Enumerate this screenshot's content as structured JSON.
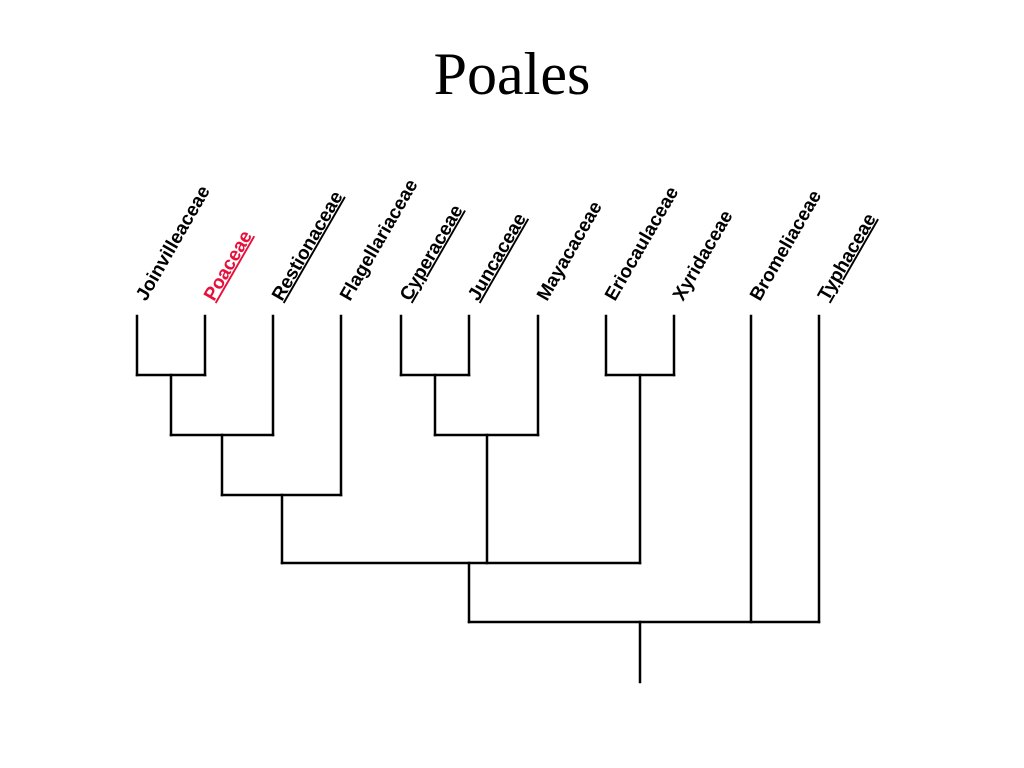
{
  "slide": {
    "title": "Poales"
  },
  "tree": {
    "line_color": "#000000",
    "highlight_color": "#e8103a",
    "taxa": [
      {
        "name": "Joinvilleaceae",
        "highlight": false,
        "underline": false
      },
      {
        "name": "Poaceae",
        "highlight": true,
        "underline": true
      },
      {
        "name": "Restionaceae",
        "highlight": false,
        "underline": true
      },
      {
        "name": "Flagellariaceae",
        "highlight": false,
        "underline": false
      },
      {
        "name": "Cyperaceae",
        "highlight": false,
        "underline": true
      },
      {
        "name": "Juncaceae",
        "highlight": false,
        "underline": true
      },
      {
        "name": "Mayacaceae",
        "highlight": false,
        "underline": false
      },
      {
        "name": "Eriocaulaceae",
        "highlight": false,
        "underline": false
      },
      {
        "name": "Xyridaceae",
        "highlight": false,
        "underline": false
      },
      {
        "name": "Bromeliaceae",
        "highlight": false,
        "underline": false
      },
      {
        "name": "Typhaceae",
        "highlight": false,
        "underline": true
      }
    ],
    "topology": "((((Joinvilleaceae,Poaceae),Restionaceae),Flagellariaceae),((Cyperaceae,Juncaceae),Mayacaceae),(Eriocaulaceae,Xyridaceae)),Bromeliaceae,Typhaceae"
  }
}
